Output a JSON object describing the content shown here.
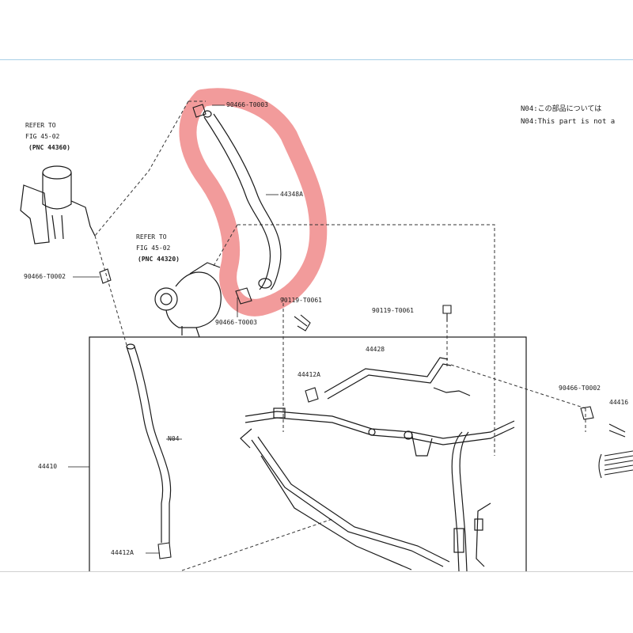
{
  "notes": {
    "line1": "N04:この部品については",
    "line2": "N04:This part is not a"
  },
  "refs": {
    "left": {
      "refer": "REFER TO",
      "fig": "FIG 45-02",
      "pnc": "(PNC 44360)"
    },
    "pump": {
      "refer": "REFER TO",
      "fig": "FIG 45-02",
      "pnc": "(PNC 44320)"
    }
  },
  "labels": {
    "clip_top": "90466-T0003",
    "hose_main": "44348A",
    "clip_left": "90466-T0002",
    "clip_pump": "90466-T0003",
    "bolt_1": "90119-T0061",
    "bolt_2": "90119-T0061",
    "tube_44428": "44428",
    "clamp_a": "44412A",
    "clip_right": "90466-T0002",
    "part_right": "44416",
    "n04": "N04",
    "assy": "44410",
    "clamp_b": "44412A"
  },
  "highlight": {
    "color": "#f08a8a"
  },
  "colors": {
    "line": "#1a1a1a",
    "dash": "#333333"
  }
}
